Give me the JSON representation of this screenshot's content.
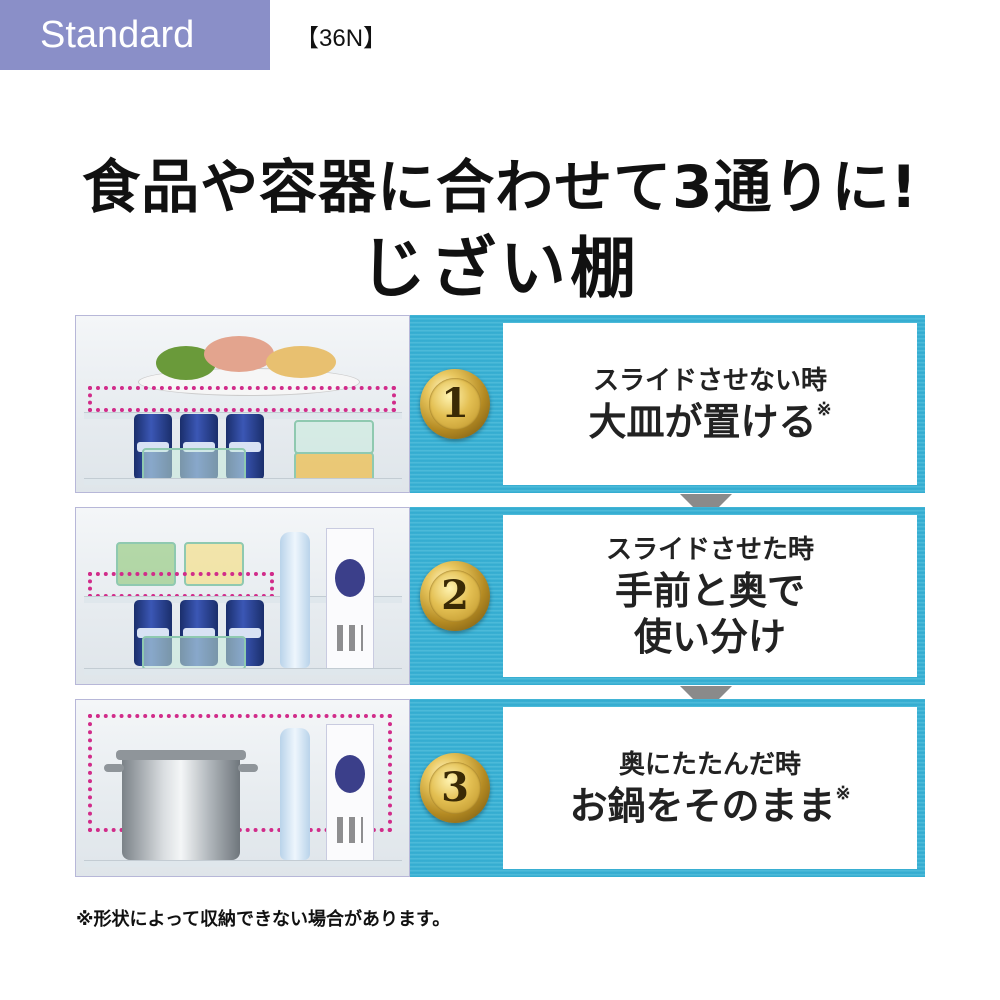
{
  "badge": "Standard",
  "model": "【36N】",
  "headline": {
    "line1": "食品や容器に合わせて3通りに!",
    "line2": "じざい棚"
  },
  "rows": [
    {
      "number": "1",
      "caption_small": "スライドさせない時",
      "caption_large": "大皿が置ける",
      "mark": "※"
    },
    {
      "number": "2",
      "caption_small": "スライドさせた時",
      "caption_large_1": "手前と奥で",
      "caption_large_2": "使い分け"
    },
    {
      "number": "3",
      "caption_small": "奥にたたんだ時",
      "caption_large": "お鍋をそのまま",
      "mark": "※"
    }
  ],
  "footnote": "※形状によって収納できない場合があります。",
  "colors": {
    "badge": "#8a8fc8",
    "stripe": "#2fa9cf",
    "dotted_frame": "#d12c8a",
    "medal": "#c9a23a"
  }
}
